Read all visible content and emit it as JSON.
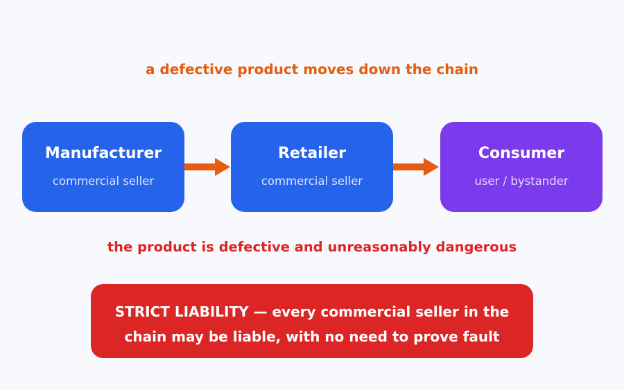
{
  "headline": "a defective product moves down the chain",
  "nodes": [
    {
      "title": "Manufacturer",
      "subtitle": "commercial seller",
      "color": "#2563eb"
    },
    {
      "title": "Retailer",
      "subtitle": "commercial seller",
      "color": "#2563eb"
    },
    {
      "title": "Consumer",
      "subtitle": "user / bystander",
      "color": "#7c3aed"
    }
  ],
  "condition": "the product is defective and unreasonably dangerous",
  "verdict": {
    "line1": "STRICT LIABILITY — every commercial seller in the",
    "line2": "chain may be liable, with no need to prove fault"
  },
  "colors": {
    "accent_orange": "#e65c10",
    "warning_red": "#dc2626",
    "node_blue": "#2563eb",
    "node_purple": "#7c3aed",
    "background": "#f7f9fc"
  }
}
